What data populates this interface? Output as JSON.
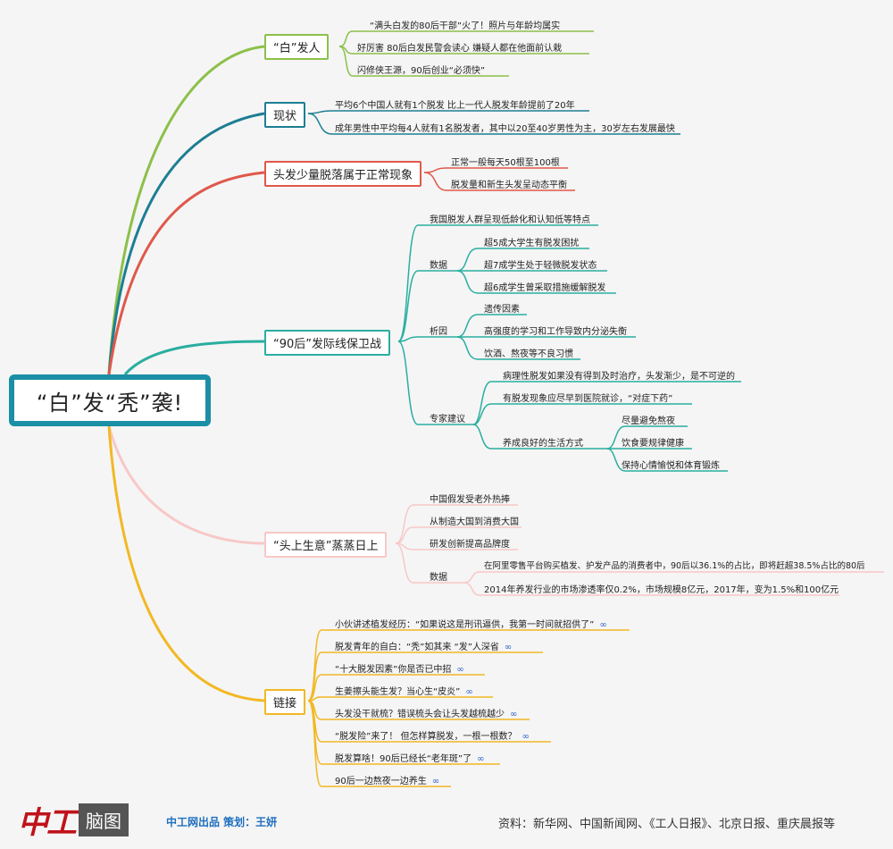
{
  "root": "“白”发“秃”袭!",
  "branches": {
    "bai": {
      "title": "“白”发人",
      "color": "#8cc04a",
      "items": [
        "“满头白发的80后干部”火了！照片与年龄均属实",
        "好厉害 80后白发民警会读心 嫌疑人都在他面前认栽",
        "闪修侠王源，90后创业“必须快”"
      ]
    },
    "xz": {
      "title": "现状",
      "color": "#1d7e93",
      "items": [
        "平均6个中国人就有1个脱发 比上一代人脱发年龄提前了20年",
        "成年男性中平均每4人就有1名脱发者，其中以20至40岁男性为主，30岁左右发展最快"
      ]
    },
    "tf": {
      "title": "头发少量脱落属于正常现象",
      "color": "#e0584a",
      "items": [
        "正常一般每天50根至100根",
        "脱发量和新生头发呈动态平衡"
      ]
    },
    "h90": {
      "title": "“90后”发际线保卫战",
      "color": "#2aaea0",
      "top": "我国脱发人群呈现低龄化和认知低等特点",
      "shuju": "数据",
      "shuju_items": [
        "超5成大学生有脱发困扰",
        "超7成学生处于轻微脱发状态",
        "超6成学生曾采取措施缓解脱发"
      ],
      "xiyin": "析因",
      "xiyin_items": [
        "遗传因素",
        "高强度的学习和工作导致内分泌失衡",
        "饮酒、熬夜等不良习惯"
      ],
      "zhuanjia": "专家建议",
      "zj_items": [
        "病理性脱发如果没有得到及时治疗，头发渐少，是不可逆的",
        "有脱发现象应尽早到医院就诊，“对症下药”"
      ],
      "yangcheng": "养成良好的生活方式",
      "yc_items": [
        "尽量避免熬夜",
        "饮食要规律健康",
        "保持心情愉悦和体育锻炼"
      ]
    },
    "ts": {
      "title": "“头上生意”蒸蒸日上",
      "color": "#f2b8b8",
      "items": [
        "中国假发受老外热捧",
        "从制造大国到消费大国",
        "研发创新提高品牌度"
      ],
      "shuju": "数据",
      "shuju_items": [
        "在阿里零售平台购买植发、护发产品的消费者中，90后以36.1%的占比，即将赶超38.5%占比的80后",
        "2014年养发行业的市场渗透率仅0.2%，市场规模8亿元，2017年，变为1.5%和100亿元"
      ]
    },
    "lj": {
      "title": "链接",
      "color": "#f2b824",
      "items": [
        "小伙讲述植发经历：“如果说这是刑讯逼供，我第一时间就招供了”",
        "脱发青年的自白：“秃”如其来 “发”人深省",
        "“十大脱发因素”你是否已中招",
        "生姜擦头能生发？当心生“皮炎”",
        "头发没干就梳？错误梳头会让头发越梳越少",
        "“脱发险”来了！ 但怎样算脱发，一根一根数？",
        "脱发算啥！90后已经长“老年斑”了",
        "90后一边熬夜一边养生"
      ],
      "link_icon": "∞"
    }
  },
  "footer": {
    "logo_main": "中工",
    "logo_box": "脑图",
    "credit": "中工网出品 策划：王妍",
    "source": "资料：新华网、中国新闻网、《工人日报》、北京日报、重庆晨报等"
  }
}
